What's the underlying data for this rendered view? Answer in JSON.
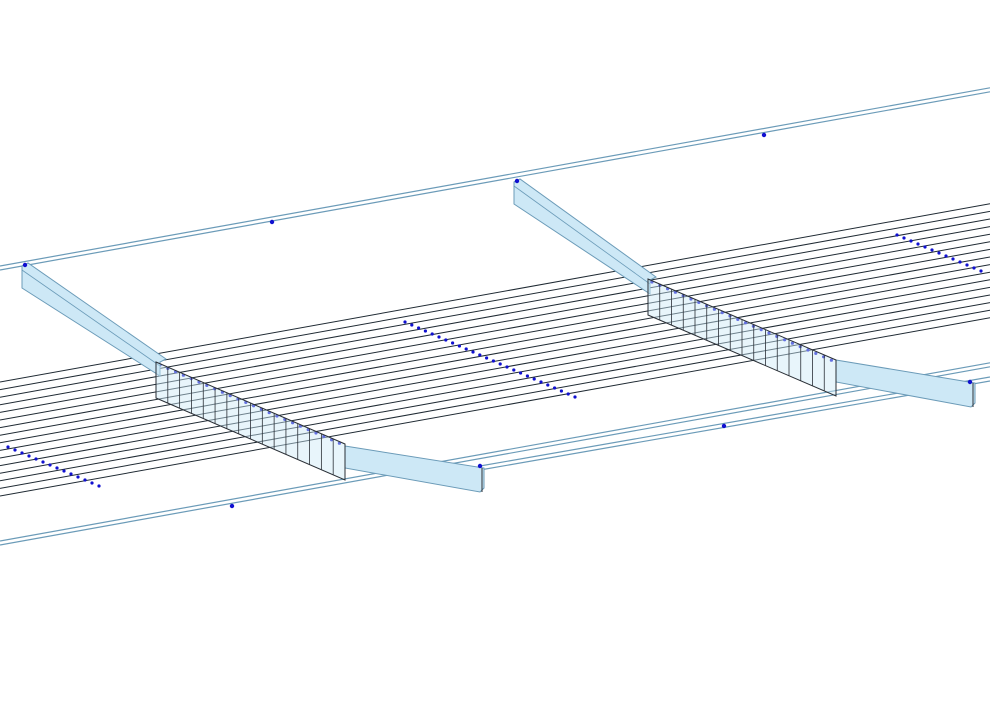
{
  "view": {
    "background": "#ffffff",
    "line_color": "#1f2a33",
    "member_fill": "#cde8f6",
    "member_edge": "#6b9bb8",
    "node_color": "#1010d0",
    "stiffener_color": "#2a2f36"
  },
  "model": {
    "kind": "3d-wireframe-structural-model",
    "longitudinal_edge_beams": 2,
    "longitudinal_stringer_lines": 16,
    "transverse_cross_girders": 2,
    "diaphragm_panels_per_girder": 1
  }
}
